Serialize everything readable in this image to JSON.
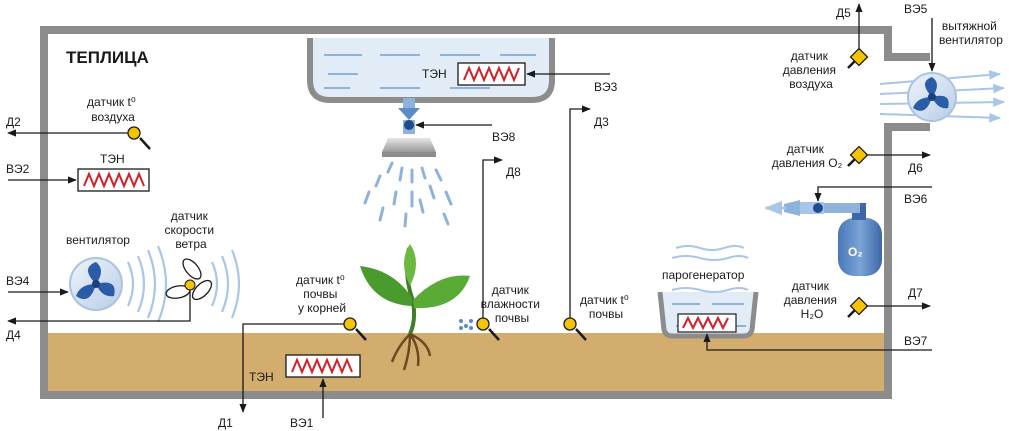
{
  "title": "ТЕПЛИЦА",
  "heaters": {
    "air": "ТЭН",
    "tank": "ТЭН",
    "soil": "ТЭН"
  },
  "sensors": {
    "air_temp": [
      "датчик t⁰",
      "воздуха"
    ],
    "wind_speed": [
      "датчик",
      "скорости",
      "ветра"
    ],
    "root_temp": [
      "датчик t⁰",
      "почвы",
      "у корней"
    ],
    "soil_moisture": [
      "датчик",
      "влажности",
      "почвы"
    ],
    "soil_temp": [
      "датчик t⁰",
      "почвы"
    ],
    "air_pressure": [
      "датчик",
      "давления",
      "воздуха"
    ],
    "o2_pressure": [
      "датчик",
      "давления O₂"
    ],
    "h2o_pressure": [
      "датчик",
      "давления",
      "H₂O"
    ]
  },
  "devices": {
    "fan": "вентилятор",
    "exhaust_fan": [
      "вытяжной",
      "вентилятор"
    ],
    "steam_generator": "парогенератор",
    "o2_tank": "O₂"
  },
  "signals": {
    "d1": "Д1",
    "d2": "Д2",
    "d3": "Д3",
    "d4": "Д4",
    "d5": "Д5",
    "d6": "Д6",
    "d7": "Д7",
    "d8": "Д8",
    "ve1": "ВЭ1",
    "ve2": "ВЭ2",
    "ve3": "ВЭ3",
    "ve4": "ВЭ4",
    "ve5": "ВЭ5",
    "ve6": "ВЭ6",
    "ve7": "ВЭ7",
    "ve8": "ВЭ8"
  },
  "colors": {
    "wall": "#8c8c8c",
    "soil": "#d3ad6e",
    "water": "#dce9f6",
    "sensor_fill": "#f5c400",
    "heater": "#d0202a",
    "fan_blue": "#2a5ca8",
    "leaf_green": "#4a9a2e"
  }
}
